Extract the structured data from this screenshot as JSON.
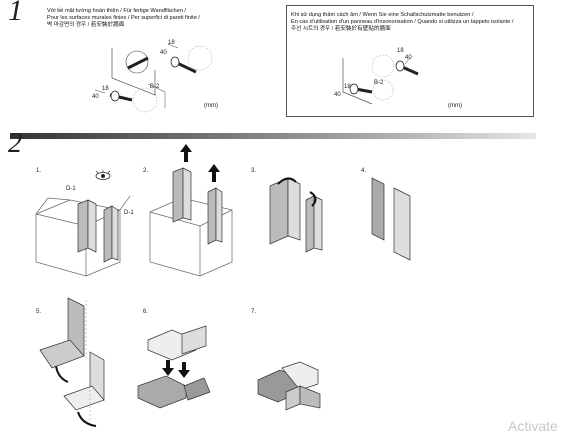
{
  "step1": {
    "number": "1",
    "left_notes": [
      "Với bề mặt tường hoàn thiện  / Für fertige Wandflächen /",
      "Pour les surfaces murales finies / Per superfici di pareti finite /",
      "벽 마감면의 경우 / 若安裝於牆面"
    ],
    "right_notes": [
      "Khi sử dụng thảm cách âm / Wenn Sie eine Schallschutzmatte benutzen /",
      "En cas d'utilisation d'un panneau d'insonorisation / Quando si utilizza un tappeto isolante /",
      "주선 시트의 경우 / 若安裝於有壁貼的牆面"
    ],
    "left_dims": [
      "18",
      "40",
      "18",
      "40"
    ],
    "left_part_label": "B-2",
    "right_dims": [
      "18",
      "40",
      "18",
      "40"
    ],
    "right_part_label": "B-2",
    "unit_label": "(mm)"
  },
  "step2": {
    "number": "2",
    "substeps": [
      "1.",
      "2.",
      "3.",
      "4.",
      "5.",
      "6.",
      "7."
    ],
    "part_label_left": "D-1",
    "part_label_right": "D-1"
  },
  "watermark": "Activate"
}
